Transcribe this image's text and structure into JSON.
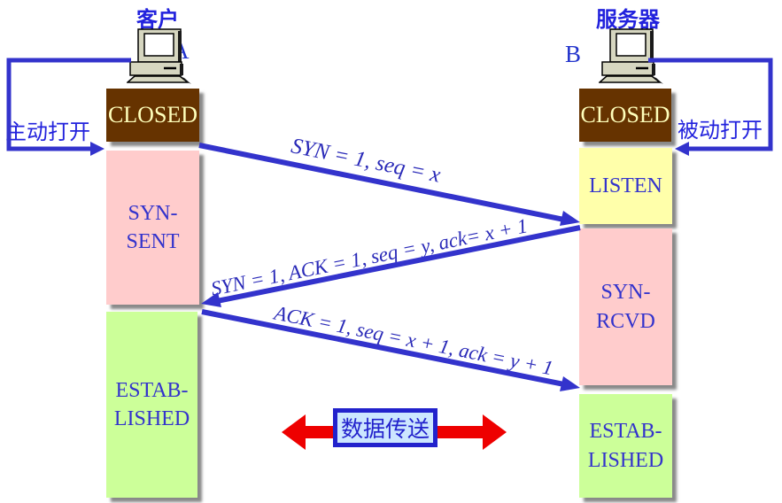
{
  "diagram": {
    "client": {
      "label": "客户",
      "host_letter": "A",
      "open_label": "主动打开",
      "states": {
        "closed": {
          "text": "CLOSED"
        },
        "syn_sent": {
          "lines": [
            "SYN-",
            "SENT"
          ]
        },
        "established": {
          "lines": [
            "ESTAB-",
            "LISHED"
          ]
        }
      }
    },
    "server": {
      "label": "服务器",
      "host_letter": "B",
      "open_label": "被动打开",
      "states": {
        "closed": {
          "text": "CLOSED"
        },
        "listen": {
          "text": "LISTEN"
        },
        "syn_rcvd": {
          "lines": [
            "SYN-",
            "RCVD"
          ]
        },
        "established": {
          "lines": [
            "ESTAB-",
            "LISHED"
          ]
        }
      }
    },
    "messages": {
      "syn": "SYN = 1, seq = x",
      "synack": "SYN = 1, ACK = 1, seq = y, ack= x + 1",
      "ack": "ACK = 1, seq = x + 1, ack = y + 1"
    },
    "data_transfer_label": "数据传送",
    "colors": {
      "arrow_blue": "#3333cc",
      "text_blue": "#2222dd",
      "closed_bg": "#663300",
      "closed_text": "#ffffbb",
      "pink_bg": "#ffcccc",
      "yellow_bg": "#ffffaa",
      "green_bg": "#ccff99",
      "red_arrow": "#ee0000",
      "data_box_bg": "#cce6ff",
      "data_box_border": "#2222cc"
    }
  }
}
